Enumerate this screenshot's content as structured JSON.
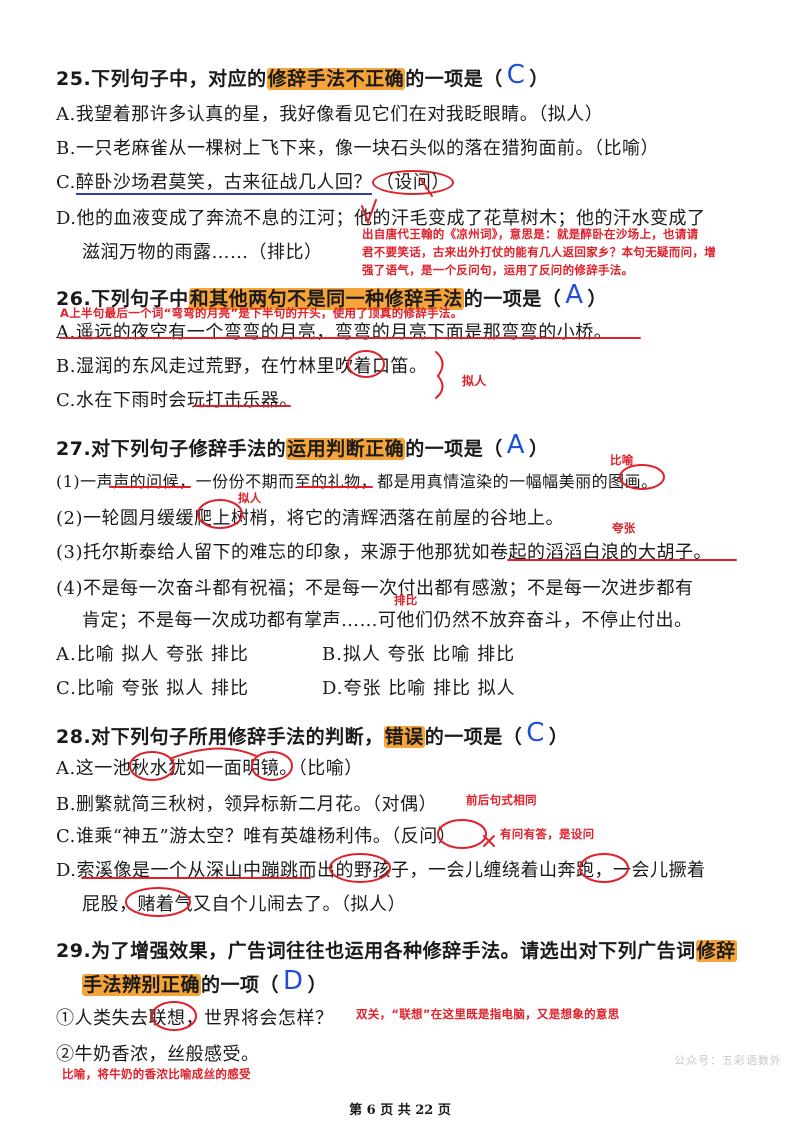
{
  "q25": {
    "prefix": "25.下列句子中，对应的",
    "highlight": "修辞手法不正确",
    "suffix": "的一项是（",
    "answer": "C",
    "close": "）",
    "a": "A.我望着那许多认真的星，我好像看见它们在对我眨眼睛。（拟人）",
    "b": "B.一只老麻雀从一棵树上飞下来，像一块石头似的落在猎狗面前。（比喻）",
    "c_label": "C.",
    "c_text": "醉卧沙场君莫笑，古来征战几人回？",
    "c_tag": "（设问）",
    "d1": "D.他的血液变成了奔流不息的江河；他的汗毛变成了花草树木；他的汗水变成了",
    "d2": "滋润万物的雨露……（排比）",
    "note1": "出自唐代王翰的《凉州词》，意思是：就是醉卧在沙场上，也请请",
    "note2": "君不要笑话，古来出外打仗的能有几人返回家乡？本句无疑而问，增",
    "note3": "强了语气，是一个反问句，运用了反问的修辞手法。"
  },
  "q26": {
    "prefix": "26.下列句子中",
    "highlight": "和其他两句不是同一种修辞手法",
    "suffix": "的一项是（",
    "answer": "A",
    "close": "）",
    "note": "A上半句最后一个词“弯弯的月亮”是下半句的开头，使用了顶真的修辞手法。",
    "a": "A.遥远的夜空有一个弯弯的月亮，弯弯的月亮下面是那弯弯的小桥。",
    "b": "B.湿润的东风走过荒野，在竹林里吹着口笛。",
    "c": "C.水在下雨时会玩打击乐器。",
    "note_right": "拟人"
  },
  "q27": {
    "prefix": "27.对下列句子修辞手法的",
    "highlight": "运用判断正确",
    "suffix": "的一项是（",
    "answer": "A",
    "close": "）",
    "s1": "(1)一声声的问候，一份份不期而至的礼物，都是用真情渲染的一幅幅美丽的图画。",
    "s2": "(2)一轮圆月缓缓爬上树梢，将它的清辉洒落在前屋的谷地上。",
    "s3": "(3)托尔斯泰给人留下的难忘的印象，来源于他那犹如卷起的滔滔白浪的大胡子。",
    "s4a": "(4)不是每一次奋斗都有祝福；不是每一次付出都有感激；不是每一次进步都有",
    "s4b": "肯定；不是每一次成功都有掌声……可他们仍然不放弃奋斗，不停止付出。",
    "optA": "A.比喻  拟人  夸张  排比",
    "optB": "B.拟人  夸张   比喻  排比",
    "optC": "C.比喻  夸张  拟人  排比",
    "optD": "D.夸张  比喻   排比   拟人",
    "note_biyu": "比喻",
    "note_niren": "拟人",
    "note_kuazhang": "夸张",
    "note_paibi": "排比"
  },
  "q28": {
    "prefix": "28.对下列句子所用修辞手法的判断，",
    "highlight": "错误",
    "suffix": "的一项是（",
    "answer": "C",
    "close": "）",
    "a": "A.这一池秋水犹如一面明镜。（比喻）",
    "b": "B.删繁就简三秋树，领异标新二月花。（对偶）",
    "b_note": "前后句式相同",
    "c": "C.谁乘“神五”游太空？唯有英雄杨利伟。（反问）",
    "c_note": "有问有答，是设问",
    "d1": "D.索溪像是一个从深山中蹦跳而出的野孩子，一会儿缠绕着山奔跑，一会儿撅着",
    "d2": "屁股，赌着气又自个儿闹去了。（拟人）"
  },
  "q29": {
    "line1_prefix": "29.为了增强效果，广告词往往也运用各种修辞手法。请选出对下列广告词",
    "line1_hl": "修辞",
    "line2_hl": "手法辨别正确",
    "line2_suffix": "的一项（",
    "answer": "D",
    "close": "）",
    "s1": "①人类失去联想，世界将会怎样？",
    "s1_note": "双关，“联想”在这里既是指电脑，又是想象的意思",
    "s2": "②牛奶香浓，丝般感受。",
    "s2_note": "比喻，将牛奶的香浓比喻成丝的感受"
  },
  "footer": "第 6 页 共 22 页",
  "watermark": "公众号：五彩语数外"
}
